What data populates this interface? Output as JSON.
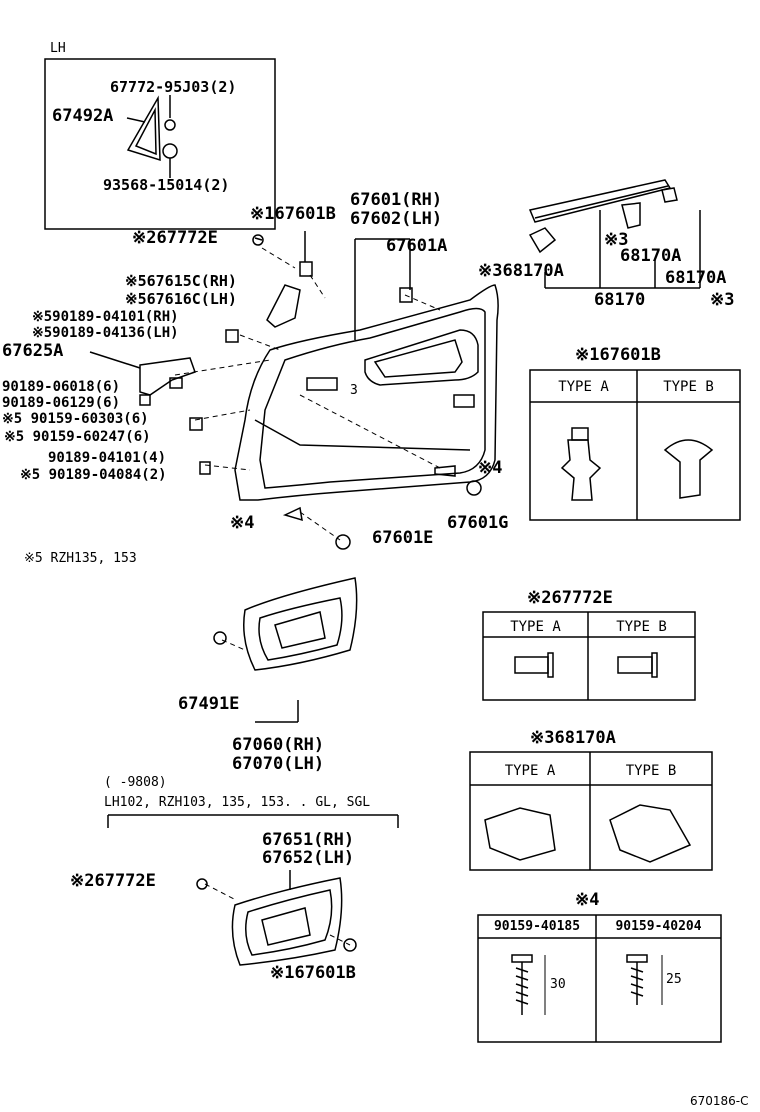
{
  "inset": {
    "label": "LH",
    "parts": [
      "67772-95J03(2)",
      "67492A",
      "93568-15014(2)"
    ]
  },
  "labels": {
    "p67601B": "※167601B",
    "p67772E": "※267772E",
    "p67601_67602": [
      "67601(RH)",
      "67602(LH)"
    ],
    "p67601A": "67601A",
    "p67615C": "※567615C(RH)",
    "p67616C": "※567616C(LH)",
    "p90189_04101_rh": "※590189-04101(RH)",
    "p90189_04136_lh": "※590189-04136(LH)",
    "p67625A": "67625A",
    "p90189_06018": "90189-06018(6)",
    "p90189_06129": "90189-06129(6)",
    "p90159_60303": "※5 90159-60303(6)",
    "p90159_60247": "※5 90159-60247(6)",
    "p90189_04101_4": "90189-04101(4)",
    "p90189_04084": "※5 90189-04084(2)",
    "p_star4_a": "※4",
    "p_star4_b": "※4",
    "p67601G": "67601G",
    "p67601E": "67601E",
    "note5": "※5 RZH135, 153",
    "p368170A": "※368170A",
    "p_star3_a": "※3",
    "p68170A_1": "68170A",
    "p68170A_2": "68170A",
    "p68170": "68170",
    "p_star3_b": "※3",
    "p67491E": "67491E",
    "p67060_67070": [
      "67060(RH)",
      "67070(LH)"
    ],
    "p_9808": "(    -9808)",
    "p_models": "LH102, RZH103, 135, 153. . GL, SGL",
    "p67651_67652": [
      "67651(RH)",
      "67652(LH)"
    ],
    "p67772E_b": "※267772E",
    "p67601B_b": "※167601B",
    "diagram_id": "670186-C",
    "inner3": "3"
  },
  "tables": {
    "t67601B": {
      "title": "※167601B",
      "typeA": "TYPE A",
      "typeB": "TYPE B"
    },
    "t67772E": {
      "title": "※267772E",
      "typeA": "TYPE A",
      "typeB": "TYPE B"
    },
    "t68170A": {
      "title": "※368170A",
      "typeA": "TYPE A",
      "typeB": "TYPE B"
    },
    "tstar4": {
      "title": "※4",
      "colA": "90159-40185",
      "colB": "90159-40204",
      "dimA": "30",
      "dimB": "25"
    }
  }
}
